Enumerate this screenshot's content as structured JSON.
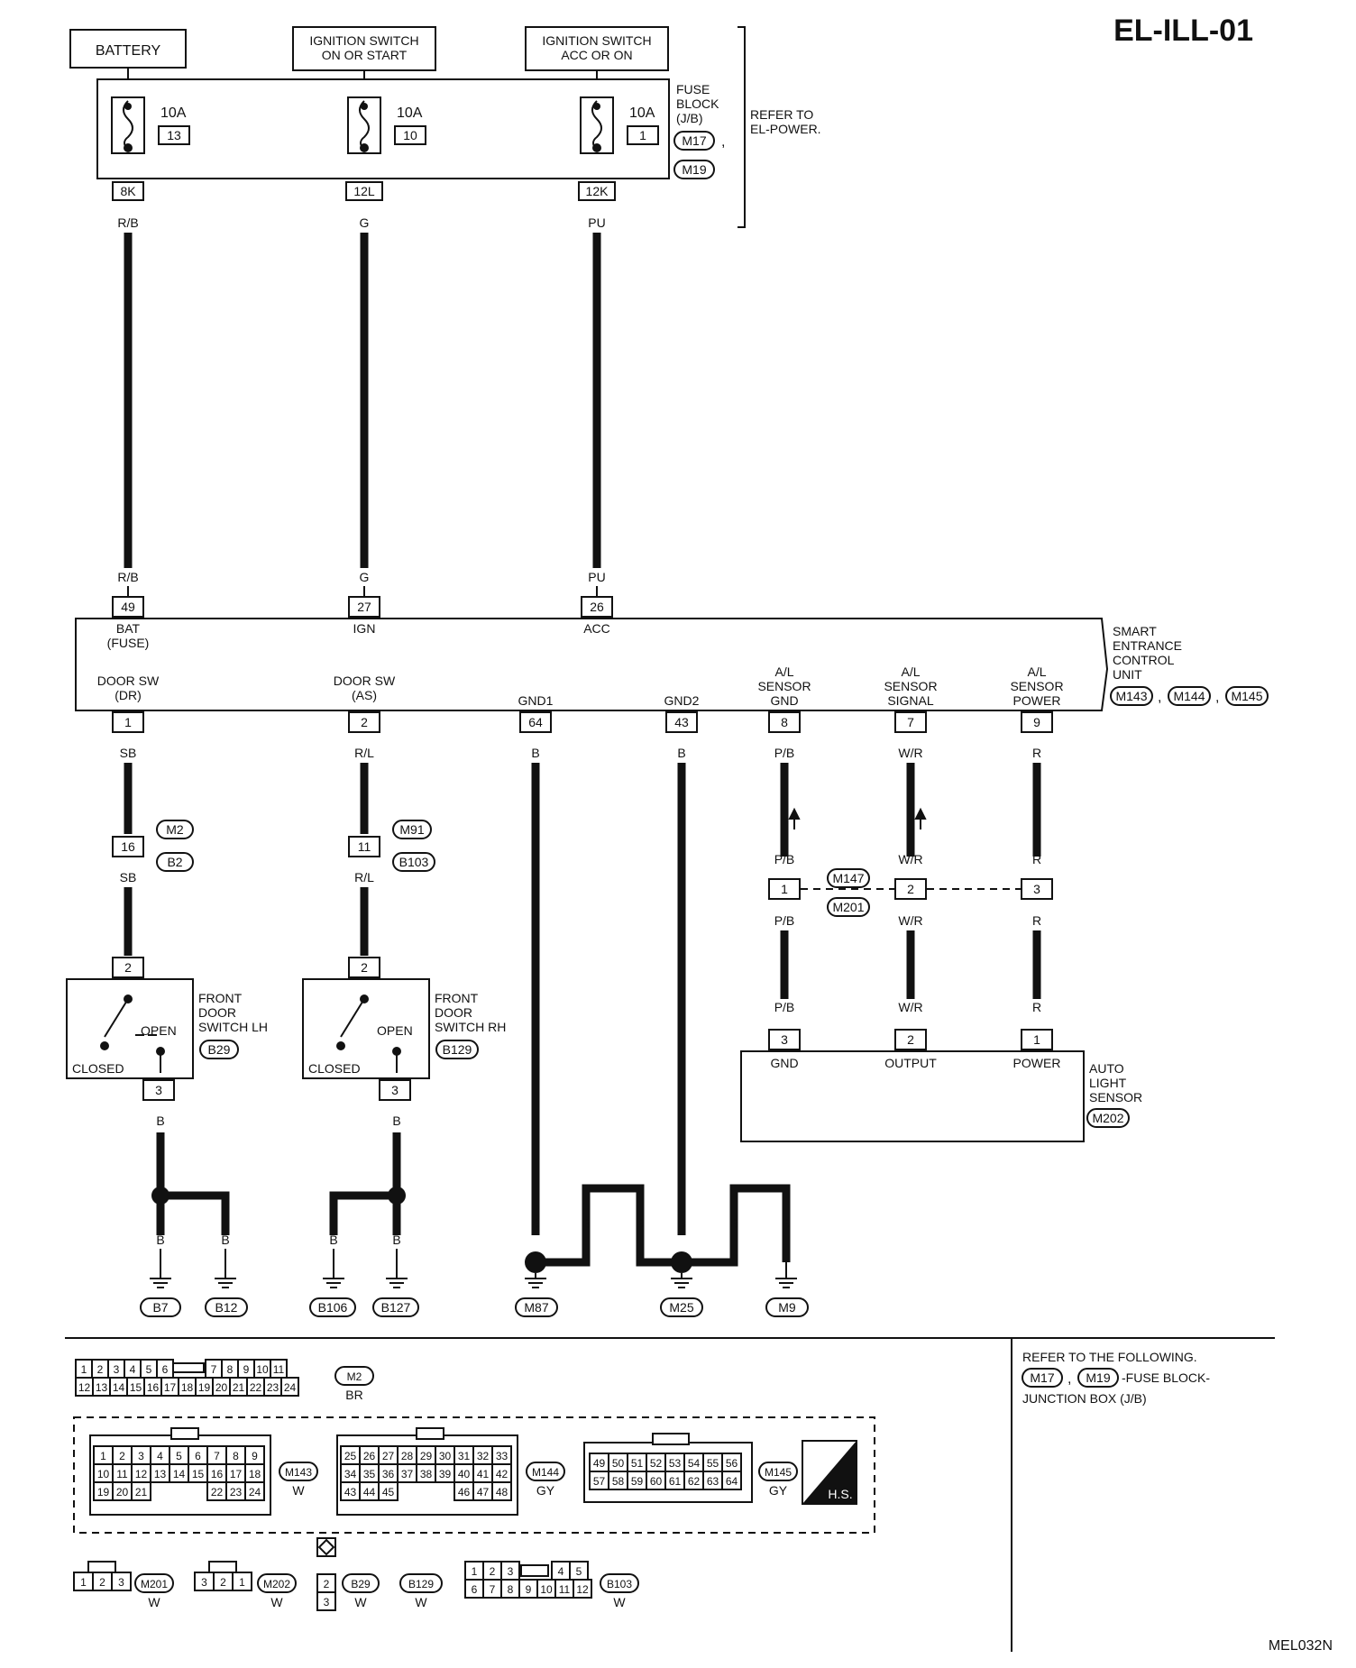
{
  "header": {
    "code": "EL-ILL-01",
    "figure_id": "MEL032N"
  },
  "sources": {
    "battery": "BATTERY",
    "ign_on_start": [
      "IGNITION SWITCH",
      "ON OR START"
    ],
    "ign_acc_on": [
      "IGNITION SWITCH",
      "ACC OR ON"
    ]
  },
  "fuse_block": {
    "label": [
      "FUSE",
      "BLOCK",
      "(J/B)"
    ],
    "conn_a": "M17",
    "conn_b": "M19",
    "refer": [
      "REFER TO",
      "EL-POWER."
    ],
    "fuses": [
      {
        "amp": "10A",
        "num": "13",
        "term": "8K",
        "wire": "R/B"
      },
      {
        "amp": "10A",
        "num": "10",
        "term": "12L",
        "wire": "G"
      },
      {
        "amp": "10A",
        "num": "1",
        "term": "12K",
        "wire": "PU"
      }
    ]
  },
  "secu": {
    "name": [
      "SMART",
      "ENTRANCE",
      "CONTROL",
      "UNIT"
    ],
    "conns": [
      "M143",
      "M144",
      "M145"
    ],
    "top_pins": [
      {
        "num": "49",
        "wire": "R/B",
        "label": [
          "BAT",
          "(FUSE)"
        ]
      },
      {
        "num": "27",
        "wire": "G",
        "label": [
          "IGN"
        ]
      },
      {
        "num": "26",
        "wire": "PU",
        "label": [
          "ACC"
        ]
      }
    ],
    "bottom_pins": [
      {
        "num": "1",
        "wire": "SB",
        "label": [
          "DOOR SW",
          "(DR)"
        ]
      },
      {
        "num": "2",
        "wire": "R/L",
        "label": [
          "DOOR SW",
          "(AS)"
        ]
      },
      {
        "num": "64",
        "wire": "B",
        "label": [
          "GND1"
        ]
      },
      {
        "num": "43",
        "wire": "B",
        "label": [
          "GND2"
        ]
      },
      {
        "num": "8",
        "wire": "P/B",
        "label": [
          "A/L",
          "SENSOR",
          "GND"
        ]
      },
      {
        "num": "7",
        "wire": "W/R",
        "label": [
          "A/L",
          "SENSOR",
          "SIGNAL"
        ]
      },
      {
        "num": "9",
        "wire": "R",
        "label": [
          "A/L",
          "SENSOR",
          "POWER"
        ]
      }
    ]
  },
  "joints": {
    "lh": {
      "num": "16",
      "conn_a": "M2",
      "conn_b": "B2",
      "wire": "SB"
    },
    "rh": {
      "num": "11",
      "conn_a": "M91",
      "conn_b": "B103",
      "wire": "R/L"
    },
    "sensor": {
      "conn_a": "M147",
      "conn_b": "M201",
      "pins": [
        {
          "num": "1",
          "wire_up": "P/B",
          "wire_down": "P/B"
        },
        {
          "num": "2",
          "wire_up": "W/R",
          "wire_down": "W/R"
        },
        {
          "num": "3",
          "wire_up": "R",
          "wire_down": "R"
        }
      ]
    }
  },
  "door_switches": [
    {
      "name": [
        "FRONT",
        "DOOR",
        "SWITCH LH"
      ],
      "conn": "B29",
      "pin_top": "2",
      "pin_bottom": "3",
      "open": "OPEN",
      "closed": "CLOSED",
      "wire": "B"
    },
    {
      "name": [
        "FRONT",
        "DOOR",
        "SWITCH RH"
      ],
      "conn": "B129",
      "pin_top": "2",
      "pin_bottom": "3",
      "open": "OPEN",
      "closed": "CLOSED",
      "wire": "B"
    }
  ],
  "auto_light_sensor": {
    "name": [
      "AUTO",
      "LIGHT",
      "SENSOR"
    ],
    "conn": "M202",
    "pins": [
      {
        "num": "3",
        "wire": "P/B",
        "label": "GND"
      },
      {
        "num": "2",
        "wire": "W/R",
        "label": "OUTPUT"
      },
      {
        "num": "1",
        "wire": "R",
        "label": "POWER"
      }
    ]
  },
  "grounds": {
    "wire": "B",
    "labels": [
      "B7",
      "B12",
      "B106",
      "B127",
      "M87",
      "M25",
      "M9"
    ]
  },
  "connector_views": {
    "m2": {
      "id": "M2",
      "color": "BR",
      "row1": [
        "1",
        "2",
        "3",
        "4",
        "5",
        "6",
        "7",
        "8",
        "9",
        "10",
        "11"
      ],
      "row2": [
        "12",
        "13",
        "14",
        "15",
        "16",
        "17",
        "18",
        "19",
        "20",
        "21",
        "22",
        "23",
        "24"
      ]
    },
    "m143": {
      "id": "M143",
      "color": "W",
      "row1": [
        "1",
        "2",
        "3",
        "4",
        "5",
        "6",
        "7",
        "8",
        "9"
      ],
      "row2": [
        "10",
        "11",
        "12",
        "13",
        "14",
        "15",
        "16",
        "17",
        "18"
      ],
      "row3": [
        "19",
        "20",
        "21",
        "22",
        "23",
        "24"
      ]
    },
    "m144": {
      "id": "M144",
      "color": "GY",
      "row1": [
        "25",
        "26",
        "27",
        "28",
        "29",
        "30",
        "31",
        "32",
        "33"
      ],
      "row2": [
        "34",
        "35",
        "36",
        "37",
        "38",
        "39",
        "40",
        "41",
        "42"
      ],
      "row3": [
        "43",
        "44",
        "45",
        "46",
        "47",
        "48"
      ]
    },
    "m145": {
      "id": "M145",
      "color": "GY",
      "row1": [
        "49",
        "50",
        "51",
        "52",
        "53",
        "54",
        "55",
        "56"
      ],
      "row2": [
        "57",
        "58",
        "59",
        "60",
        "61",
        "62",
        "63",
        "64"
      ]
    },
    "hs": "H.S.",
    "m201": {
      "id": "M201",
      "color": "W",
      "pins": [
        "1",
        "2",
        "3"
      ]
    },
    "m202": {
      "id": "M202",
      "color": "W",
      "pins": [
        "3",
        "2",
        "1"
      ]
    },
    "b29": {
      "id": "B29",
      "id2": "B129",
      "color": "W",
      "color2": "W",
      "pins": [
        "2",
        "3"
      ]
    },
    "b103": {
      "id": "B103",
      "color": "W",
      "row1": [
        "1",
        "2",
        "3",
        "4",
        "5"
      ],
      "row2": [
        "6",
        "7",
        "8",
        "9",
        "10",
        "11",
        "12"
      ]
    }
  },
  "refer_note": [
    "REFER TO THE FOLLOWING.",
    "M17",
    "M19",
    "-FUSE BLOCK-",
    "JUNCTION BOX (J/B)"
  ]
}
